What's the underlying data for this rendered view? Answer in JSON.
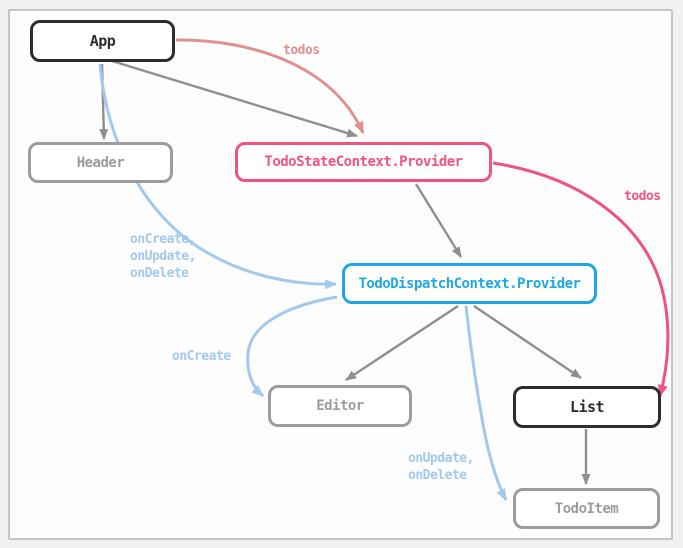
{
  "diagram": {
    "nodes": [
      {
        "id": "app",
        "label": "App",
        "variant": "black"
      },
      {
        "id": "header",
        "label": "Header",
        "variant": "gray"
      },
      {
        "id": "todo-state-context-provider",
        "label": "TodoStateContext.Provider",
        "variant": "pink"
      },
      {
        "id": "todo-dispatch-context-provider",
        "label": "TodoDispatchContext.Provider",
        "variant": "blue"
      },
      {
        "id": "editor",
        "label": "Editor",
        "variant": "gray"
      },
      {
        "id": "list",
        "label": "List",
        "variant": "black"
      },
      {
        "id": "todo-item",
        "label": "TodoItem",
        "variant": "gray"
      }
    ],
    "edges": [
      {
        "from": "App",
        "to": "Header",
        "label": "",
        "color": "gray"
      },
      {
        "from": "App",
        "to": "TodoStateContext.Provider",
        "label": "",
        "color": "gray"
      },
      {
        "from": "App",
        "to": "TodoStateContext.Provider",
        "label": "todos",
        "color": "salmon"
      },
      {
        "from": "App",
        "to": "TodoDispatchContext.Provider",
        "label": "onCreate,\nonUpdate,\nonDelete",
        "color": "light-blue"
      },
      {
        "from": "TodoStateContext.Provider",
        "to": "TodoDispatchContext.Provider",
        "label": "",
        "color": "gray"
      },
      {
        "from": "TodoStateContext.Provider",
        "to": "List",
        "label": "todos",
        "color": "pink"
      },
      {
        "from": "TodoDispatchContext.Provider",
        "to": "Editor",
        "label": "",
        "color": "gray"
      },
      {
        "from": "TodoDispatchContext.Provider",
        "to": "Editor",
        "label": "onCreate",
        "color": "light-blue"
      },
      {
        "from": "TodoDispatchContext.Provider",
        "to": "List",
        "label": "",
        "color": "gray"
      },
      {
        "from": "TodoDispatchContext.Provider",
        "to": "TodoItem",
        "label": "onUpdate,\nonDelete",
        "color": "light-blue"
      },
      {
        "from": "List",
        "to": "TodoItem",
        "label": "",
        "color": "gray"
      }
    ]
  },
  "colors": {
    "black-node": "#2d2d2d",
    "gray-node": "#9c9c9c",
    "gray-arrow": "#8f8f8f",
    "pink": "#f0547c",
    "salmon": "#e09090",
    "blue": "#1ea7e3",
    "light-blue": "#a2c8ed",
    "frame-border": "#c5c5c5"
  }
}
